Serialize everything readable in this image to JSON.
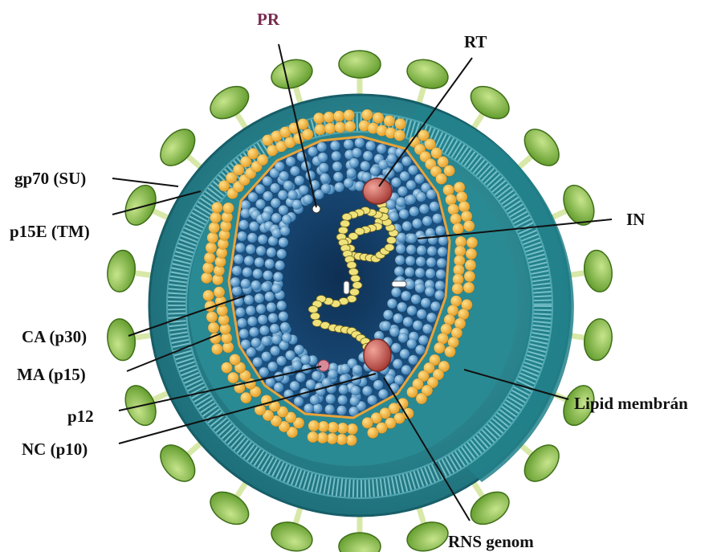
{
  "labels": {
    "pr": "PR",
    "rt": "RT",
    "gp70": "gp70 (SU)",
    "p15e": "p15E (TM)",
    "in": "IN",
    "ca": "CA (p30)",
    "ma": "MA (p15)",
    "p12": "p12",
    "nc": "NC (p10)",
    "lipid": "Lipid membrán",
    "rns": "RNS genom"
  },
  "colors": {
    "pr_label": "#7a2a4f",
    "label": "#111111",
    "spike_green": "#8dc04a",
    "outer_teal": "#2f8e97",
    "matrix_orange": "#f0b13c",
    "capsid_blue": "#2a6fa8",
    "core_dark": "#13385f",
    "rna_yellow": "#efe27a",
    "enzyme_red": "#c5534b"
  },
  "icons": {
    "virion": "retrovirus-virion-cutaway-illustration"
  }
}
